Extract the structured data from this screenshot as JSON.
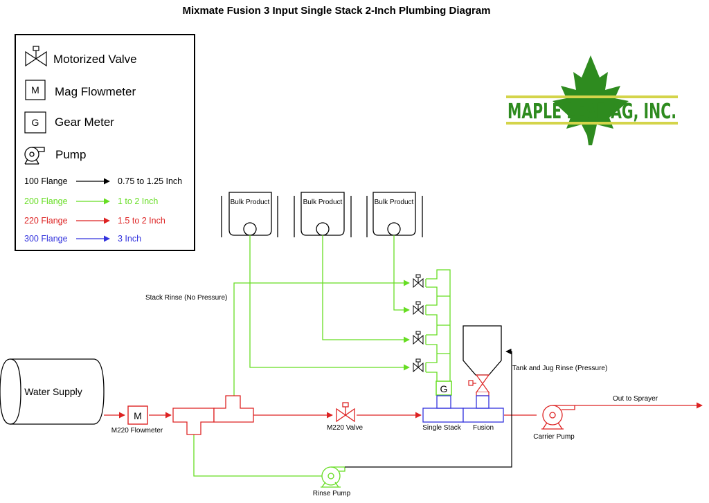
{
  "title": "Mixmate Fusion 3 Input Single Stack 2-Inch Plumbing Diagram",
  "legend": {
    "symbols": [
      {
        "icon": "motorized-valve-icon",
        "label": "Motorized Valve"
      },
      {
        "icon": "mag-flowmeter-icon",
        "letter": "M",
        "label": "Mag Flowmeter"
      },
      {
        "icon": "gear-meter-icon",
        "letter": "G",
        "label": "Gear Meter"
      },
      {
        "icon": "pump-icon",
        "label": "Pump"
      }
    ],
    "flanges": [
      {
        "name": "100 Flange",
        "size": "0.75 to 1.25 Inch",
        "color": "#000000"
      },
      {
        "name": "200 Flange",
        "size": "1 to 2 Inch",
        "color": "#66dd22"
      },
      {
        "name": "220 Flange",
        "size": "1.5 to 2 Inch",
        "color": "#dd2222"
      },
      {
        "name": "300 Flange",
        "size": "3 Inch",
        "color": "#3333dd"
      }
    ]
  },
  "logo": {
    "text": "MAPLE LEAF AG, INC.",
    "leaf_color": "#2e8b1f",
    "bar_color": "#d4d44a"
  },
  "components": {
    "bulk_products": [
      "Bulk Product",
      "Bulk Product",
      "Bulk Product"
    ],
    "water_supply": "Water Supply",
    "flowmeter_letter": "M",
    "flowmeter": "M220 Flowmeter",
    "valve": "M220 Valve",
    "single_stack": "Single Stack",
    "gear_meter_letter": "G",
    "fusion": "Fusion",
    "carrier_pump": "Carrier Pump",
    "rinse_pump": "Rinse Pump"
  },
  "lines": {
    "stack_rinse": "Stack Rinse (No Pressure)",
    "tank_jug_rinse": "Tank and Jug Rinse (Pressure)",
    "out_to_sprayer": "Out to Sprayer"
  },
  "colors": {
    "green": "#66dd22",
    "red": "#dd2222",
    "blue": "#3333dd",
    "black": "#000000"
  }
}
